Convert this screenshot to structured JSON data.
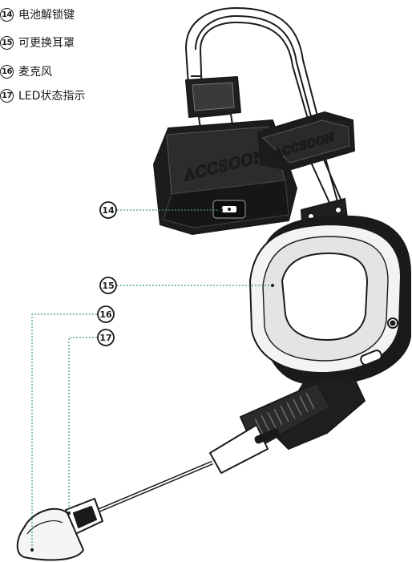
{
  "legend": [
    {
      "number": "14",
      "label": "电池解锁键"
    },
    {
      "number": "15",
      "label": "可更换耳罩"
    },
    {
      "number": "16",
      "label": "麦克风"
    },
    {
      "number": "17",
      "label": "LED状态指示"
    }
  ],
  "callouts": [
    "14",
    "15",
    "16",
    "17"
  ],
  "brand_text": "ACCSOON",
  "colors": {
    "outline": "#1a1a1a",
    "leader_line": "#3a9a82",
    "background": "#ffffff"
  }
}
